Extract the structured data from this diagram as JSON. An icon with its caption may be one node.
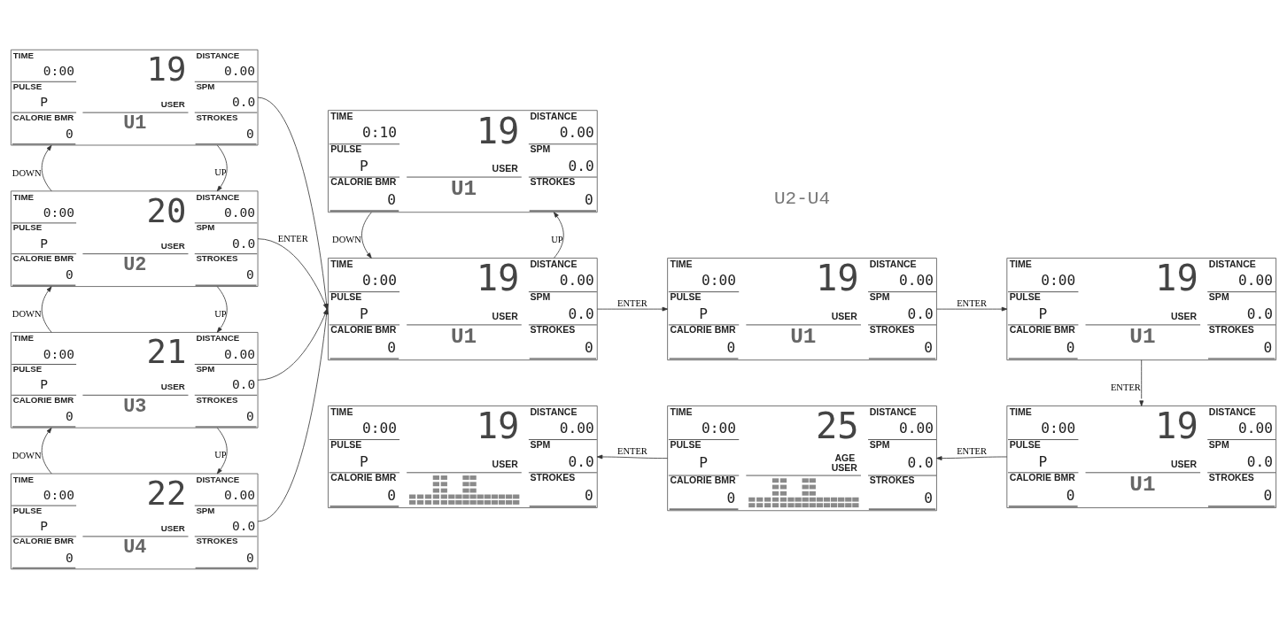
{
  "diagram": {
    "nodes": [
      {
        "text": [
          "TIME",
          "0:00",
          "PULSE",
          "P",
          "CALORIE BMR",
          "0",
          "19",
          "USER",
          "U1",
          "DISTANCE",
          "0.00",
          "SPM",
          "0.0",
          "STROKES",
          "0"
        ]
      },
      {
        "text": [
          "TIME",
          "0:00",
          "PULSE",
          "P",
          "CALORIE BMR",
          "0",
          "20",
          "USER",
          "U2",
          "DISTANCE",
          "0.00",
          "SPM",
          "0.0",
          "STROKES",
          "0"
        ]
      },
      {
        "text": [
          "TIME",
          "0:00",
          "PULSE",
          "P",
          "CALORIE BMR",
          "0",
          "21",
          "USER",
          "U3",
          "DISTANCE",
          "0.00",
          "SPM",
          "0.0",
          "STROKES",
          "0"
        ]
      },
      {
        "text": [
          "TIME",
          "0:00",
          "PULSE",
          "P",
          "CALORIE BMR",
          "0",
          "22",
          "USER",
          "U4",
          "DISTANCE",
          "0.00",
          "SPM",
          "0.0",
          "STROKES",
          "0"
        ]
      },
      {
        "text": [
          "TIME",
          "0:10",
          "PULSE",
          "P",
          "CALORIE BMR",
          "0",
          "19",
          "USER",
          "U1",
          "DISTANCE",
          "0.00",
          "SPM",
          "0.0",
          "STROKES",
          "0"
        ]
      },
      {
        "text": [
          "TIME",
          "0:00",
          "PULSE",
          "P",
          "CALORIE BMR",
          "0",
          "19",
          "USER",
          "U1",
          "DISTANCE",
          "0.00",
          "SPM",
          "0.0",
          "STROKES",
          "0"
        ]
      },
      {
        "text": [
          "TIME",
          "0:00",
          "PULSE",
          "P",
          "CALORIE BMR",
          "0",
          "19",
          "USER",
          "U1",
          "DISTANCE",
          "0.00",
          "SPM",
          "0.0",
          "STROKES",
          "0"
        ]
      },
      {
        "text": [
          "TIME",
          "0:00",
          "PULSE",
          "P",
          "CALORIE BMR",
          "0",
          "19",
          "USER",
          "U1",
          "DISTANCE",
          "0.00",
          "SPM",
          "0.0",
          "STROKES",
          "0"
        ]
      },
      {
        "text": [
          "TIME",
          "0:00",
          "PULSE",
          "P",
          "CALORIE BMR",
          "0",
          "19",
          "USER",
          "U1",
          "DISTANCE",
          "0.00",
          "SPM",
          "0.0",
          "STROKES",
          "0"
        ]
      },
      {
        "text": [
          "TIME",
          "0:00",
          "PULSE",
          "P",
          "CALORIE BMR",
          "0",
          "25",
          "AGE",
          "USER",
          "DISTANCE",
          "0.00",
          "SPM",
          "0.0",
          "STROKES",
          "0"
        ]
      },
      {
        "text": [
          "TIME",
          "0:00",
          "PULSE",
          "P",
          "CALORIE BMR",
          "0",
          "19",
          "USER",
          "DISTANCE",
          "0.00",
          "SPM",
          "0.0",
          "STROKES",
          "0"
        ]
      }
    ],
    "edges": [
      {
        "from": 0,
        "to": 1,
        "arrow": "to",
        "label": "UP"
      },
      {
        "from": 1,
        "to": 0,
        "arrow": "to",
        "label": "DOWN"
      },
      {
        "from": 1,
        "to": 2,
        "arrow": "to",
        "label": "UP"
      },
      {
        "from": 2,
        "to": 1,
        "arrow": "to",
        "label": "DOWN"
      },
      {
        "from": 2,
        "to": 3,
        "arrow": "to",
        "label": "UP"
      },
      {
        "from": 3,
        "to": 2,
        "arrow": "to",
        "label": "DOWN"
      },
      {
        "from": 0,
        "to": 5,
        "arrow": "to"
      },
      {
        "from": 1,
        "to": 5,
        "arrow": "to",
        "label": "ENTER"
      },
      {
        "from": 2,
        "to": 5,
        "arrow": "to"
      },
      {
        "from": 3,
        "to": 5,
        "arrow": "to"
      },
      {
        "from": 5,
        "to": 4,
        "arrow": "to",
        "label": "UP"
      },
      {
        "from": 4,
        "to": 5,
        "arrow": "to",
        "label": "DOWN"
      },
      {
        "from": 5,
        "to": 6,
        "arrow": "to",
        "label": "ENTER"
      },
      {
        "from": 6,
        "to": 7,
        "arrow": "to",
        "label": "ENTER"
      },
      {
        "from": 7,
        "to": 8,
        "arrow": "to",
        "label": "ENTER"
      },
      {
        "from": 8,
        "to": 9,
        "arrow": "to",
        "label": "ENTER"
      },
      {
        "from": 9,
        "to": 10,
        "arrow": "to",
        "label": "ENTER"
      }
    ],
    "labels": [
      "U2-U4"
    ]
  }
}
